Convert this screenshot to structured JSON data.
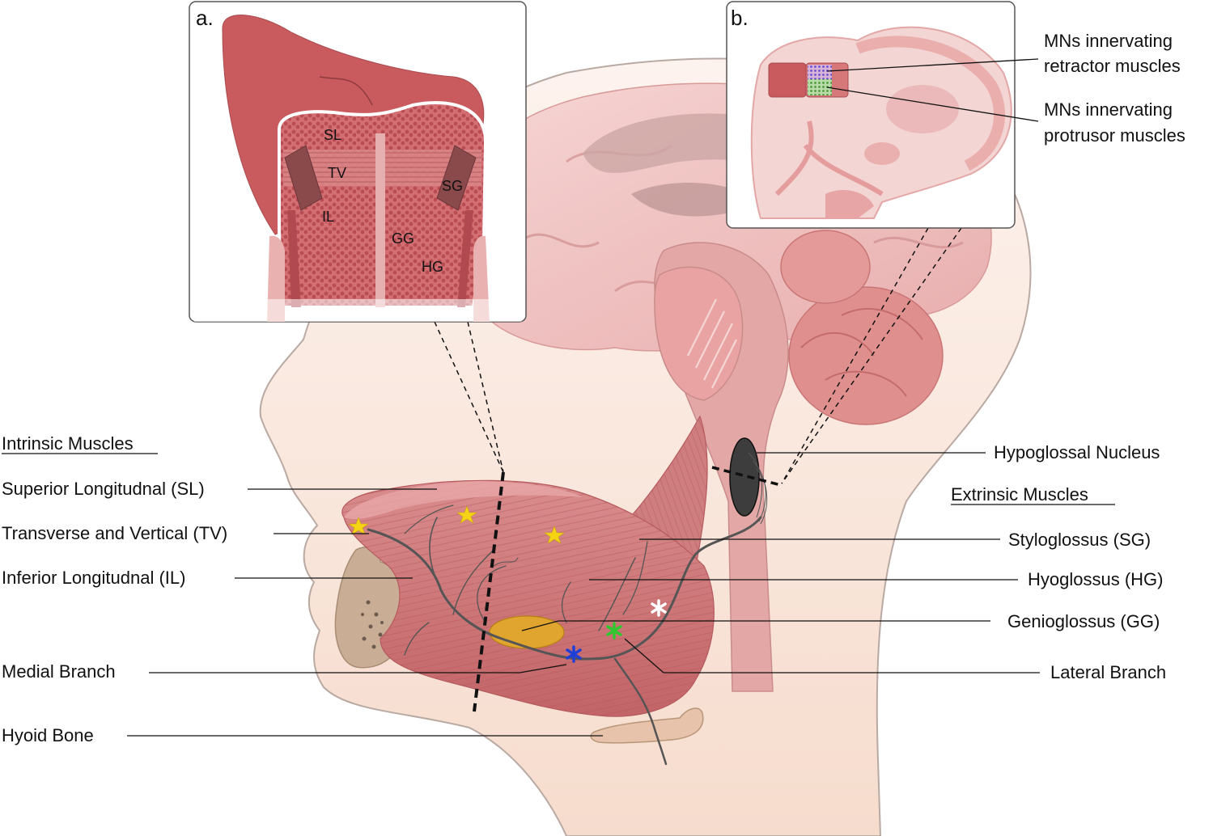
{
  "panel_a": {
    "letter": "a.",
    "labels": {
      "sl": "SL",
      "tv": "TV",
      "sg": "SG",
      "il": "IL",
      "gg": "GG",
      "hg": "HG"
    }
  },
  "panel_b": {
    "letter": "b.",
    "label_retractor_line1": "MNs innervating",
    "label_retractor_line2": "retractor muscles",
    "label_protrusor_line1": "MNs innervating",
    "label_protrusor_line2": "protrusor muscles"
  },
  "left_labels": {
    "heading": "Intrinsic Muscles",
    "sl": "Superior Longitudnal (SL)",
    "tv": "Transverse and Vertical (TV)",
    "il": "Inferior Longitudnal (IL)",
    "medial_branch": "Medial Branch",
    "hyoid_bone": "Hyoid Bone"
  },
  "right_labels": {
    "hypoglossal_nucleus": "Hypoglossal Nucleus",
    "heading": "Extrinsic Muscles",
    "sg": "Styloglossus (SG)",
    "hg": "Hyoglossus (HG)",
    "gg": "Genioglossus (GG)",
    "lateral_branch": "Lateral Branch"
  },
  "colors": {
    "skin": "#f8e4d8",
    "brain": "#efbfbd",
    "muscle": "#cf7a7c",
    "muscle_dark": "#b85458",
    "marker_star": "#f5d416",
    "asterisk_blue": "#1f3fd8",
    "asterisk_green": "#2fc92f",
    "asterisk_white": "#ffffff",
    "nerve": "#555555",
    "bone": "#c9a98f",
    "gg_ellipse": "#e0a52e",
    "retractor_dots": "#6a4fd0",
    "protrusor_dots": "#5ab04a"
  }
}
